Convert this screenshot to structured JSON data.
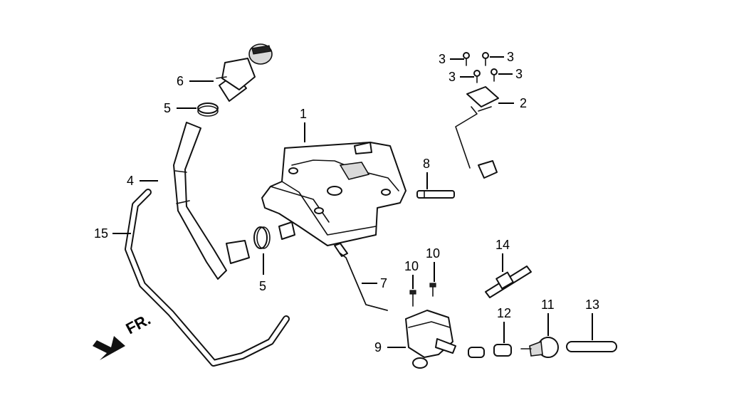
{
  "diagram": {
    "direction_label": "FR.",
    "callouts": [
      {
        "id": "c1",
        "text": "1"
      },
      {
        "id": "c2",
        "text": "2"
      },
      {
        "id": "c3a",
        "text": "3"
      },
      {
        "id": "c3b",
        "text": "3"
      },
      {
        "id": "c3c",
        "text": "3"
      },
      {
        "id": "c3d",
        "text": "3"
      },
      {
        "id": "c4",
        "text": "4"
      },
      {
        "id": "c5a",
        "text": "5"
      },
      {
        "id": "c5b",
        "text": "5"
      },
      {
        "id": "c6",
        "text": "6"
      },
      {
        "id": "c7",
        "text": "7"
      },
      {
        "id": "c8",
        "text": "8"
      },
      {
        "id": "c9",
        "text": "9"
      },
      {
        "id": "c10a",
        "text": "10"
      },
      {
        "id": "c10b",
        "text": "10"
      },
      {
        "id": "c11",
        "text": "11"
      },
      {
        "id": "c12",
        "text": "12"
      },
      {
        "id": "c13",
        "text": "13"
      },
      {
        "id": "c14",
        "text": "14"
      },
      {
        "id": "c15",
        "text": "15"
      }
    ]
  }
}
